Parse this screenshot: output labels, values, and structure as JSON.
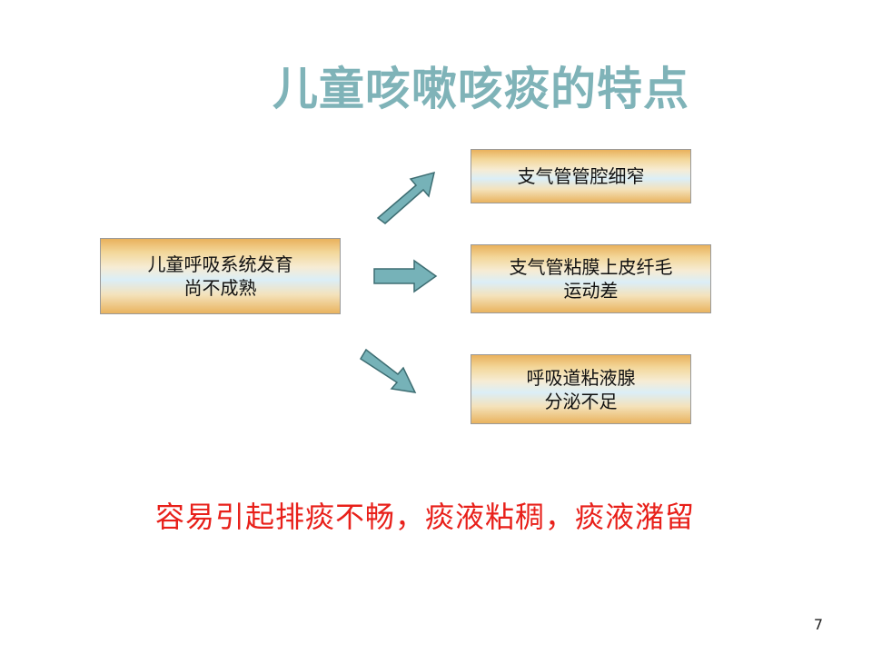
{
  "slide": {
    "title": "儿童咳嗽咳痰的特点",
    "source_box": {
      "line1": "儿童呼吸系统发育",
      "line2": "尚不成熟"
    },
    "effects": [
      {
        "line1": "支气管管腔细窄",
        "line2": ""
      },
      {
        "line1": "支气管粘膜上皮纤毛",
        "line2": "运动差"
      },
      {
        "line1": "呼吸道粘液腺",
        "line2": "分泌不足"
      }
    ],
    "conclusion": "容易引起排痰不畅，痰液粘稠，痰液潴留",
    "page_number": "7"
  },
  "colors": {
    "title": "#7fb3b8",
    "arrow_fill": "#76b2b8",
    "arrow_stroke": "#3d6d72",
    "conclusion": "#e8201a",
    "box_gold": "#e9b15c",
    "box_blue": "#dbeef7"
  },
  "icons": {
    "arrows": [
      "arrow-up-right-icon",
      "arrow-right-icon",
      "arrow-down-right-icon"
    ]
  }
}
